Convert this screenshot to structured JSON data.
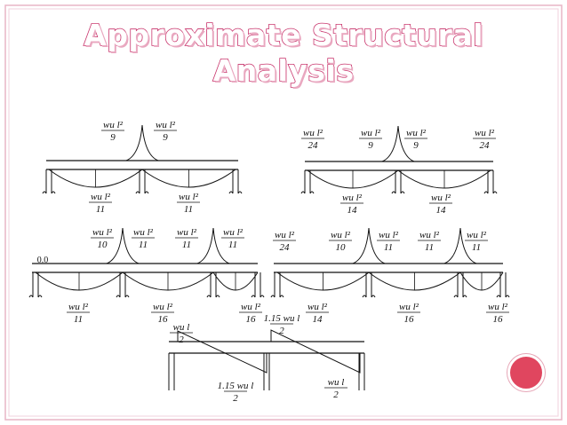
{
  "slide": {
    "title_line1": "Approximate Structural",
    "title_line2": "Analysis",
    "accent_color": "#c8336b",
    "bullet_color": "#e0465f"
  },
  "diagrams": {
    "d1": {
      "top": [
        {
          "num": "wu l²",
          "den": "9"
        },
        {
          "num": "wu l²",
          "den": "9"
        }
      ],
      "bottom": [
        {
          "num": "wu l²",
          "den": "11"
        },
        {
          "num": "wu l²",
          "den": "11"
        }
      ]
    },
    "d2": {
      "top": [
        {
          "num": "wu l²",
          "den": "24"
        },
        {
          "num": "wu l²",
          "den": "9"
        },
        {
          "num": "wu l²",
          "den": "9"
        },
        {
          "num": "wu l²",
          "den": "24"
        }
      ],
      "bottom": [
        {
          "num": "wu l²",
          "den": "14"
        },
        {
          "num": "wu l²",
          "den": "14"
        }
      ]
    },
    "d3": {
      "side_label": "0.0",
      "top": [
        {
          "num": "wu l²",
          "den": "10"
        },
        {
          "num": "wu l²",
          "den": "11"
        },
        {
          "num": "wu l²",
          "den": "11"
        },
        {
          "num": "wu l²",
          "den": "11"
        }
      ],
      "bottom": [
        {
          "num": "wu l²",
          "den": "11"
        },
        {
          "num": "wu l²",
          "den": "16"
        },
        {
          "num": "wu l²",
          "den": "16"
        }
      ]
    },
    "d4": {
      "top": [
        {
          "num": "wu l²",
          "den": "24"
        },
        {
          "num": "wu l²",
          "den": "10"
        },
        {
          "num": "wu l²",
          "den": "11"
        },
        {
          "num": "wu l²",
          "den": "11"
        },
        {
          "num": "wu l²",
          "den": "11"
        }
      ],
      "bottom": [
        {
          "num": "wu l²",
          "den": "14"
        },
        {
          "num": "wu l²",
          "den": "16"
        },
        {
          "num": "wu l²",
          "den": "16"
        }
      ]
    },
    "d5": {
      "top": [
        {
          "num": "wu l",
          "den": "2"
        },
        {
          "num": "1.15 wu l",
          "den": "2"
        }
      ],
      "bottom": [
        {
          "num": "1.15 wu l",
          "den": "2"
        },
        {
          "num": "wu l",
          "den": "2"
        }
      ]
    }
  },
  "labels": {
    "wu_l2": "wu l²",
    "wu_l": "wu l",
    "d9": "9",
    "d10": "10",
    "d11": "11",
    "d14": "14",
    "d16": "16",
    "d24": "24",
    "d2": "2",
    "c115": "1.15",
    "zero": "0.0"
  }
}
